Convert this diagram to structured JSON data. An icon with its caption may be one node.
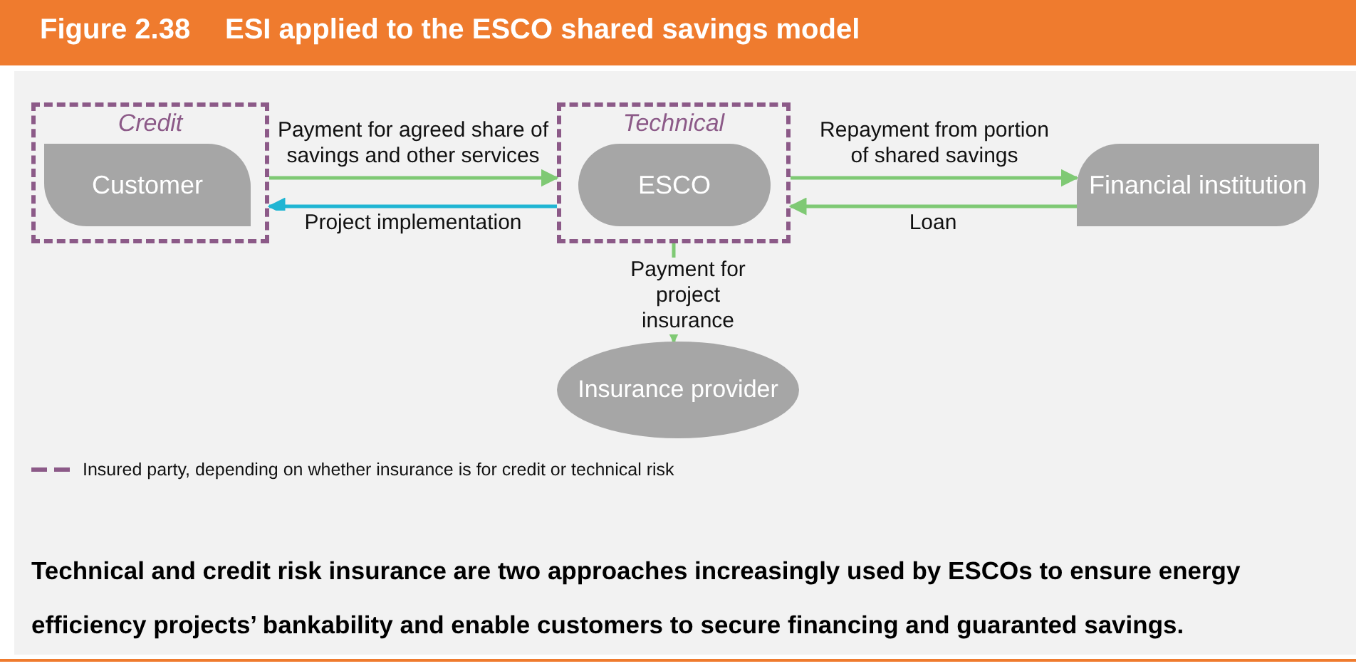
{
  "diagram": {
    "title": "ESI applied to the ESCO shared savings model",
    "caption": "Technical and credit risk insurance are two approaches increasingly used by ESCOs to ensure energy efficiency projects’ bankability and enable customers to secure financing and guaranted savings.",
    "nodes": [
      {
        "text": [
          "Credit"
        ]
      },
      {
        "text": [
          "Customer"
        ],
        "in": 0
      },
      {
        "text": [
          "Technical"
        ]
      },
      {
        "text": [
          "ESCO"
        ],
        "in": 2
      },
      {
        "text": [
          "Financial institution"
        ]
      },
      {
        "text": [
          "Insurance provider"
        ]
      }
    ],
    "edges": [
      {
        "from": 0,
        "to": 2,
        "arrow": "to",
        "label": "Payment for agreed share of savings and other services"
      },
      {
        "from": 2,
        "to": 0,
        "arrow": "to",
        "label": "Project implementation",
        "color": "#1fb5d3"
      },
      {
        "from": 2,
        "to": 4,
        "arrow": "to",
        "label": "Repayment from portion of shared savings"
      },
      {
        "from": 4,
        "to": 2,
        "arrow": "to",
        "label": "Loan"
      },
      {
        "from": 2,
        "to": 5,
        "arrow": "to",
        "label": "Payment for project insurance"
      }
    ],
    "labels": [
      "Figure 2.38"
    ],
    "legend": [
      {
        "text": "Insured party, depending on whether insurance is for credit or technical risk"
      }
    ]
  }
}
